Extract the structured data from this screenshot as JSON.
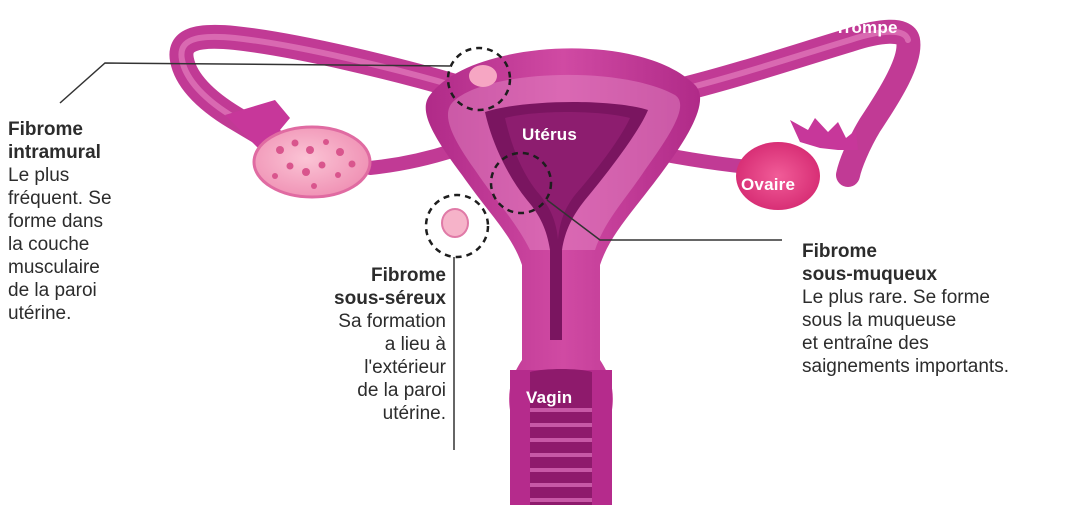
{
  "labels": {
    "trompe": "Trompe",
    "uterus": "Utérus",
    "ovaire": "Ovaire",
    "vagin": "Vagin"
  },
  "callouts": {
    "intramural": {
      "title_line1": "Fibrome",
      "title_line2": "intramural",
      "desc": [
        "Le plus",
        "fréquent. Se",
        "forme dans",
        "la couche",
        "musculaire",
        "de la paroi",
        "utérine."
      ]
    },
    "sous_sereux": {
      "title_line1": "Fibrome",
      "title_line2": "sous-séreux",
      "desc": [
        "Sa formation",
        "a lieu à",
        "l'extérieur",
        "de la paroi",
        "utérine."
      ]
    },
    "sous_muqueux": {
      "title_line1": "Fibrome",
      "title_line2": "sous-muqueux",
      "desc": [
        "Le plus rare. Se forme",
        "sous la muqueuse",
        "et entraîne des",
        "saignements importants."
      ]
    }
  },
  "colors": {
    "organ": "#c8399a",
    "organ_dark": "#9e1f76",
    "organ_light": "#e58ac3",
    "cavity": "#7a1560",
    "ovary": "#f3a1bf",
    "fibroid": "#f7b0c6",
    "text": "#2c2c2c",
    "leader_line": "#333333"
  }
}
